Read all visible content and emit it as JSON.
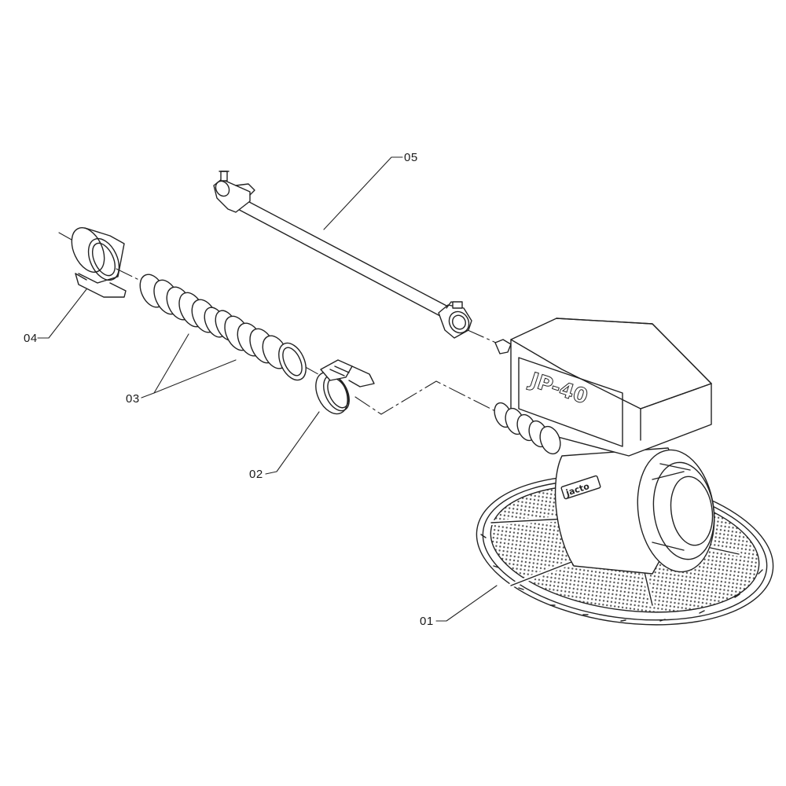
{
  "parts": [
    {
      "id": "part-01",
      "number": "01"
    },
    {
      "id": "part-02",
      "number": "02"
    },
    {
      "id": "part-03",
      "number": "03"
    },
    {
      "id": "part-04",
      "number": "04"
    },
    {
      "id": "part-05",
      "number": "05"
    }
  ],
  "markings": {
    "tank_model": "JP-40",
    "brand": "jacto"
  },
  "colors": {
    "line": "#222222",
    "fill": "#ffffff",
    "mesh": "#555555"
  }
}
